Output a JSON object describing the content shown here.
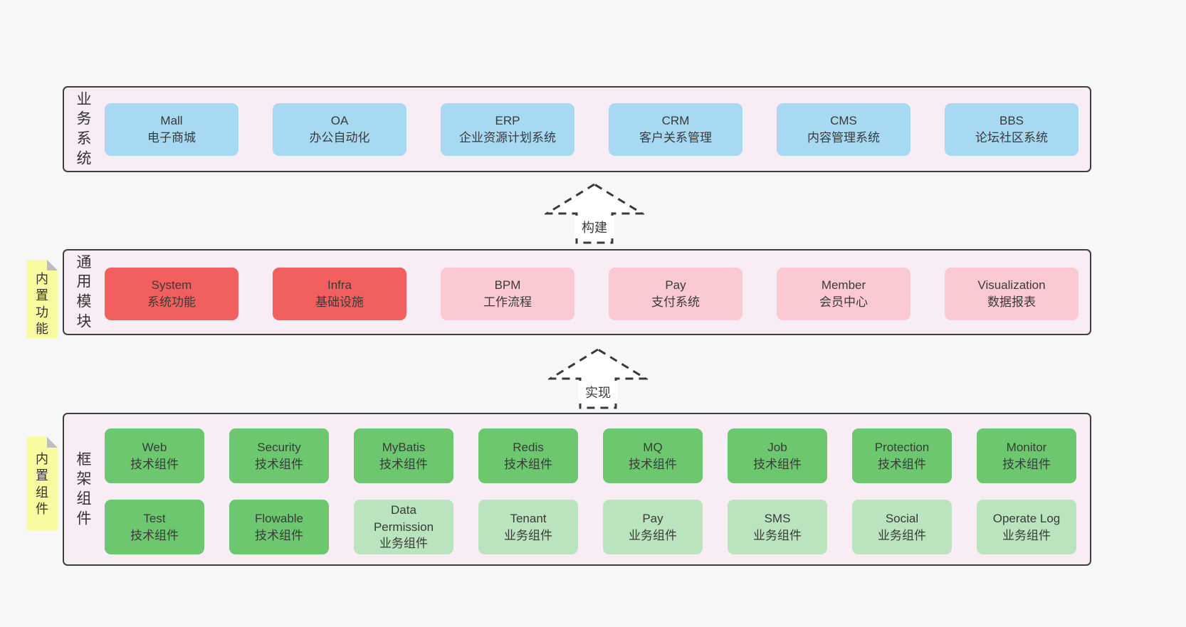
{
  "colors": {
    "page_bg": "#f7f7f7",
    "panel_bg": "#f8edf5",
    "panel_border": "#3f3f3f",
    "box_blue": "#a7d9f2",
    "box_red": "#f1605e",
    "box_pink": "#fbc9d2",
    "box_green": "#6cc76e",
    "box_green_light": "#bae4bd",
    "sticky_note_yellow": "#fafaa0",
    "note_fold_gray": "#bdbdbd",
    "text": "#3a3a3a"
  },
  "arrows": [
    {
      "label": "构建"
    },
    {
      "label": "实现"
    }
  ],
  "business_layer": {
    "side_label": "业务系统",
    "boxes": [
      {
        "name": "Mall",
        "desc": "电子商城"
      },
      {
        "name": "OA",
        "desc": "办公自动化"
      },
      {
        "name": "ERP",
        "desc": "企业资源计划系统"
      },
      {
        "name": "CRM",
        "desc": "客户关系管理"
      },
      {
        "name": "CMS",
        "desc": "内容管理系统"
      },
      {
        "name": "BBS",
        "desc": "论坛社区系统"
      }
    ]
  },
  "module_layer": {
    "side_label": "通用模块",
    "note": "内置功能",
    "boxes": [
      {
        "name": "System",
        "desc": "系统功能"
      },
      {
        "name": "Infra",
        "desc": "基础设施"
      },
      {
        "name": "BPM",
        "desc": "工作流程"
      },
      {
        "name": "Pay",
        "desc": "支付系统"
      },
      {
        "name": "Member",
        "desc": "会员中心"
      },
      {
        "name": "Visualization",
        "desc": "数据报表"
      }
    ]
  },
  "component_layer": {
    "side_label": "框架组件",
    "note": "内置组件",
    "row1": [
      {
        "name": "Web",
        "desc": "技术组件"
      },
      {
        "name": "Security",
        "desc": "技术组件"
      },
      {
        "name": "MyBatis",
        "desc": "技术组件"
      },
      {
        "name": "Redis",
        "desc": "技术组件"
      },
      {
        "name": "MQ",
        "desc": "技术组件"
      },
      {
        "name": "Job",
        "desc": "技术组件"
      },
      {
        "name": "Protection",
        "desc": "技术组件"
      },
      {
        "name": "Monitor",
        "desc": "技术组件"
      }
    ],
    "row2": [
      {
        "name": "Test",
        "desc": "技术组件"
      },
      {
        "name": "Flowable",
        "desc": "技术组件"
      },
      {
        "name": "Data Permission",
        "desc": "业务组件"
      },
      {
        "name": "Tenant",
        "desc": "业务组件"
      },
      {
        "name": "Pay",
        "desc": "业务组件"
      },
      {
        "name": "SMS",
        "desc": "业务组件"
      },
      {
        "name": "Social",
        "desc": "业务组件"
      },
      {
        "name": "Operate Log",
        "desc": "业务组件"
      }
    ]
  }
}
